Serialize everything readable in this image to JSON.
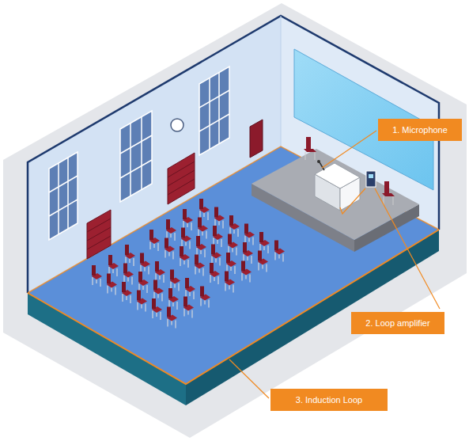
{
  "diagram": {
    "nodes": [
      {
        "text": [
          "1. Microphone"
        ]
      },
      {
        "text": [
          "2. Loop amplifier"
        ]
      },
      {
        "text": [
          "3. Induction Loop"
        ]
      }
    ]
  }
}
